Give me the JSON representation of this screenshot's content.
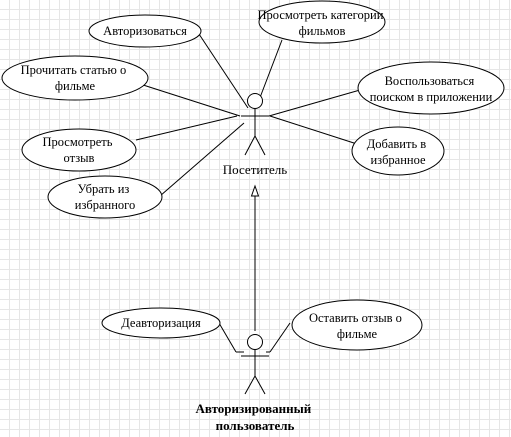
{
  "actors": {
    "visitor": {
      "label_lines": [
        "Посетитель"
      ]
    },
    "authorized": {
      "label_lines": [
        "Авторизированный",
        "пользователь"
      ]
    }
  },
  "use_cases": {
    "authorize": [
      "Авторизоваться"
    ],
    "view_categories": [
      "Просмотреть категории",
      "фильмов"
    ],
    "read_article": [
      "Прочитать статью о",
      "фильме"
    ],
    "use_search": [
      "Воспользоваться",
      "поиском в приложении"
    ],
    "view_review": [
      "Просмотреть",
      "отзыв"
    ],
    "add_favorite": [
      "Добавить в",
      "избранное"
    ],
    "remove_favorite": [
      "Убрать из",
      "избранного"
    ],
    "deauthorize": [
      "Деавторизация"
    ],
    "leave_review": [
      "Оставить отзыв о",
      "фильме"
    ]
  },
  "colors": {
    "stroke": "#000000",
    "fill": "#ffffff",
    "grid": "#e6e6e6"
  }
}
